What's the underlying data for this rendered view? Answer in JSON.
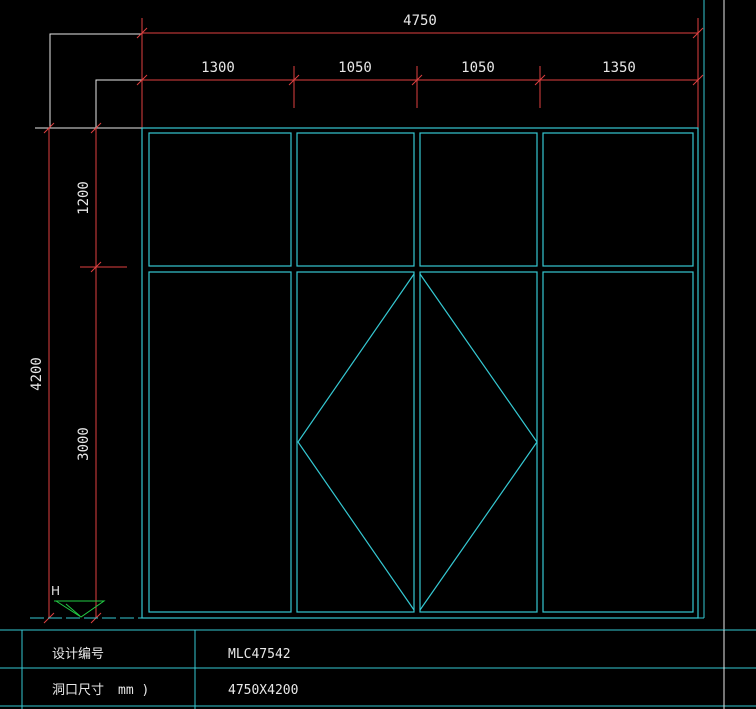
{
  "colors": {
    "background": "#000000",
    "dimension": "#e04040",
    "frame": "#35c8d2",
    "leader": "#e8e8e8",
    "table": "#35c8d2",
    "marker": "#22cc44"
  },
  "dimensions": {
    "overall_width": "4750",
    "segments": [
      "1300",
      "1050",
      "1050",
      "1350"
    ],
    "overall_height": "4200",
    "upper_height": "1200",
    "lower_height": "3000"
  },
  "marker": {
    "label": "H"
  },
  "title_block": {
    "rows": [
      {
        "label": "设计编号",
        "value": "MLC47542"
      },
      {
        "label": "洞口尺寸",
        "unit": "mm )",
        "value": "4750X4200"
      }
    ]
  }
}
